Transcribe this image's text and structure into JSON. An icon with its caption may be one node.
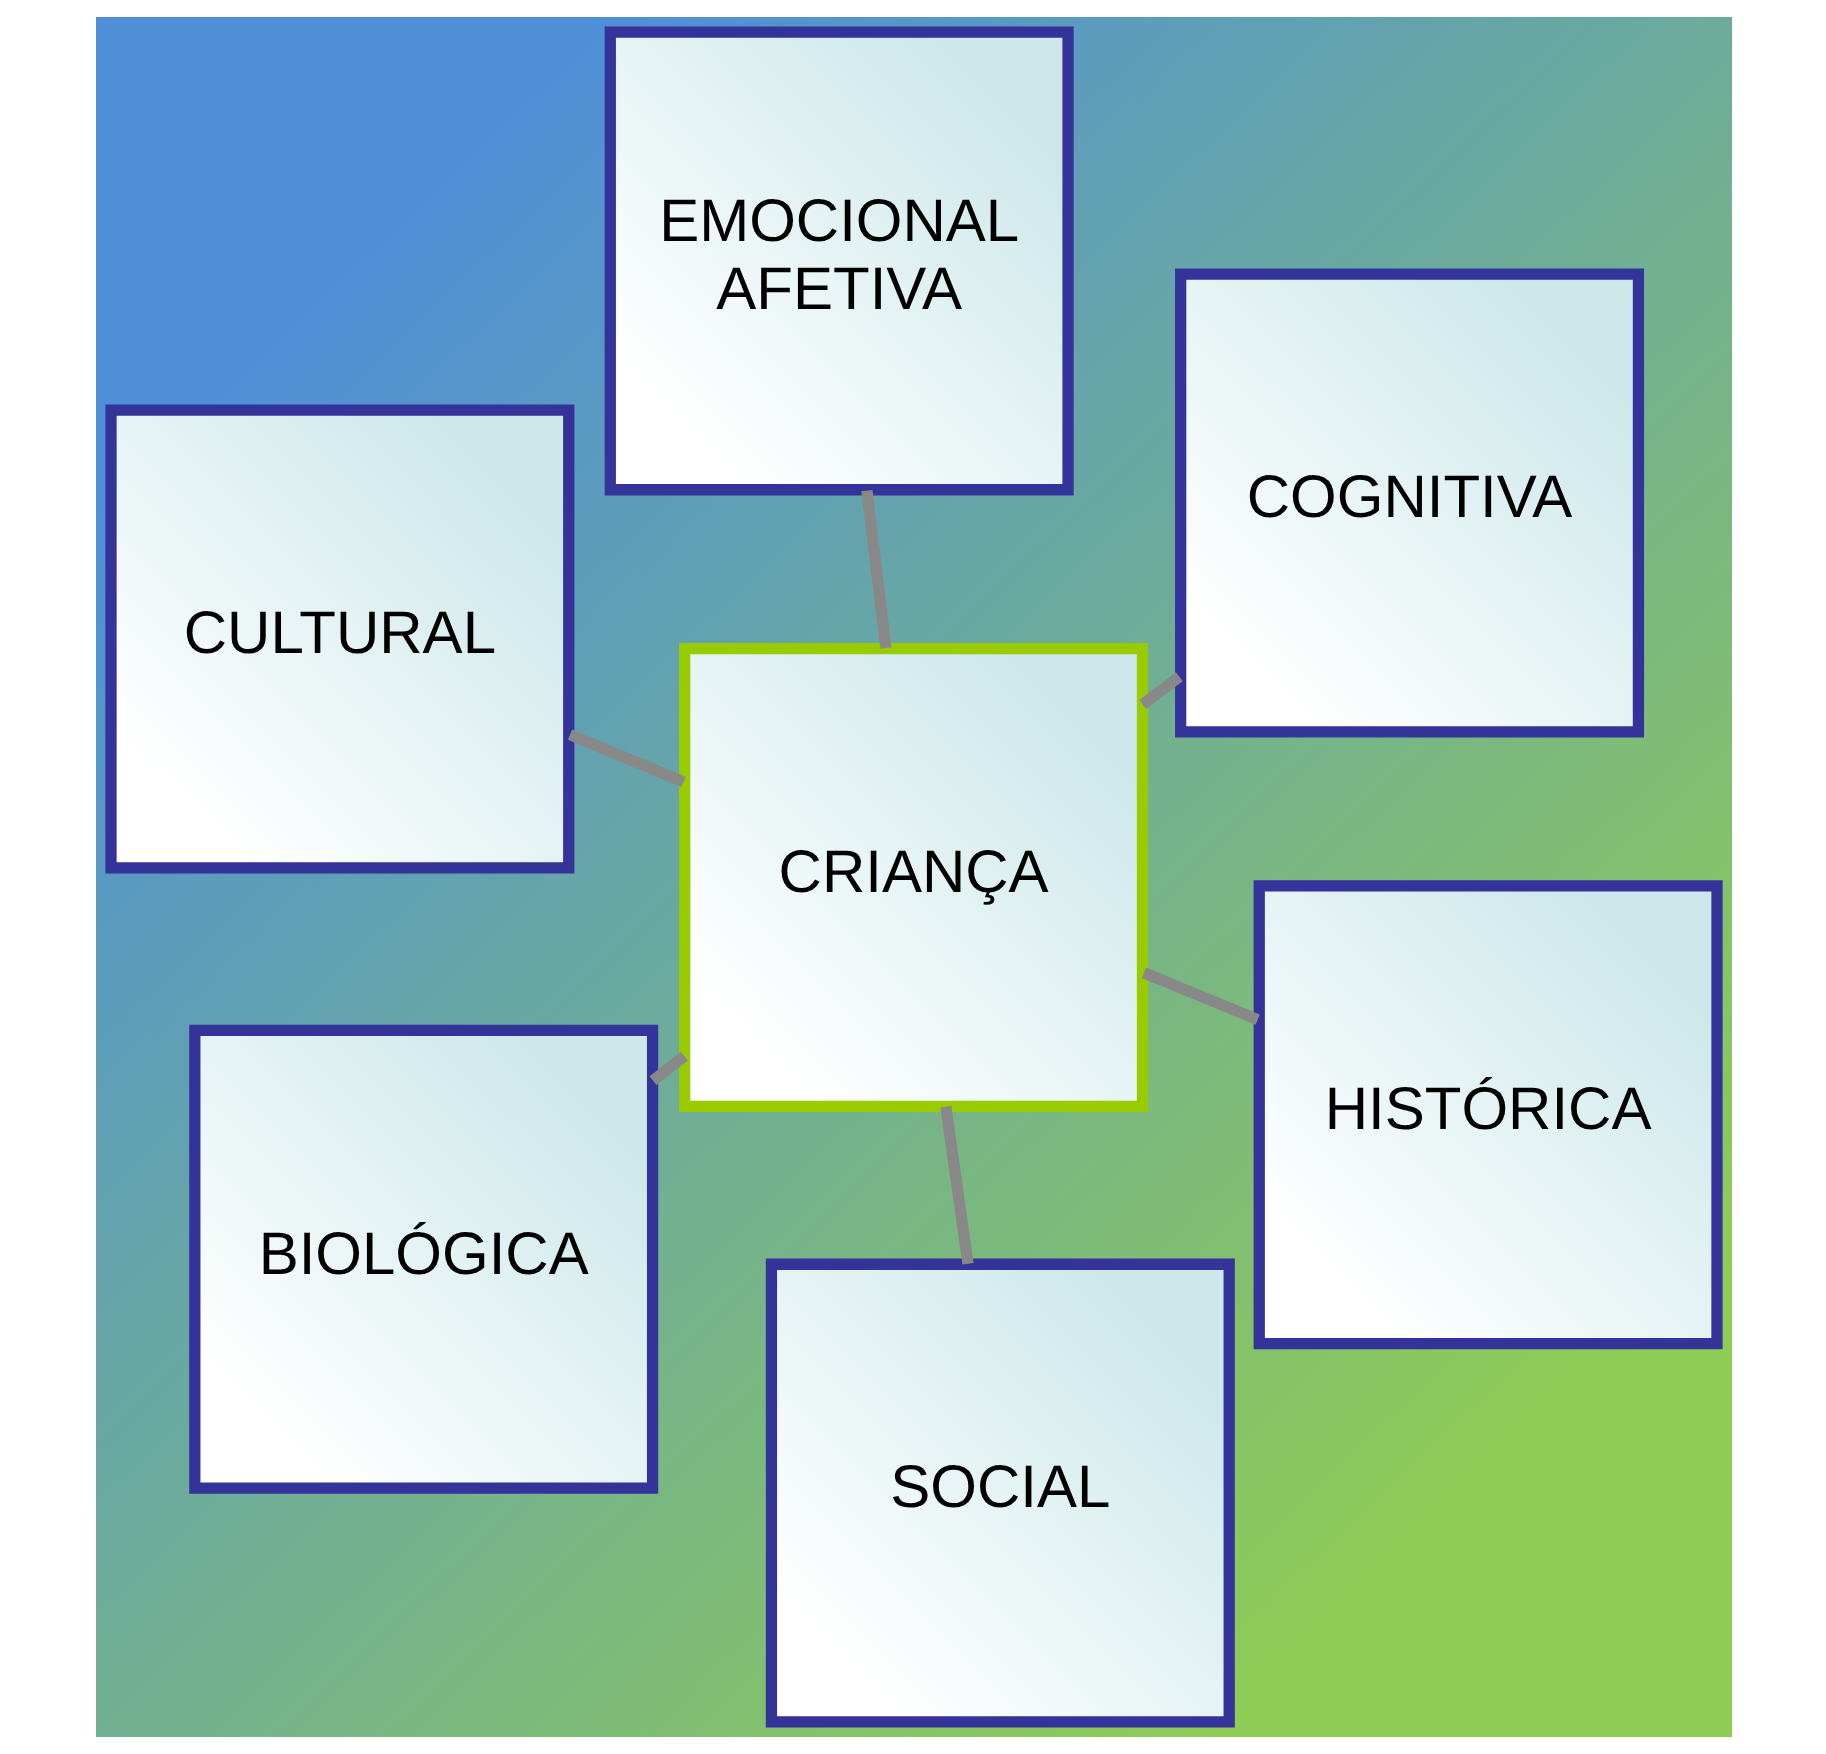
{
  "diagram": {
    "nodes": [
      {
        "text": [
          "CULTURAL"
        ]
      },
      {
        "text": [
          "HISTÓRICA"
        ]
      },
      {
        "text": [
          "SOCIAL"
        ]
      },
      {
        "text": [
          "CRIANÇA"
        ]
      },
      {
        "text": [
          "COGNITIVA"
        ]
      },
      {
        "text": [
          "EMOCIONAL AFETIVA"
        ]
      },
      {
        "text": [
          "BIOLÓGICA"
        ]
      }
    ],
    "edges": [
      {
        "from": 3,
        "to": 0,
        "arrow": "none"
      },
      {
        "from": 3,
        "to": 1,
        "arrow": "none"
      },
      {
        "from": 3,
        "to": 2,
        "arrow": "none"
      },
      {
        "from": 3,
        "to": 4,
        "arrow": "none"
      },
      {
        "from": 3,
        "to": 5,
        "arrow": "none"
      },
      {
        "from": 3,
        "to": 6,
        "arrow": "none"
      }
    ]
  }
}
